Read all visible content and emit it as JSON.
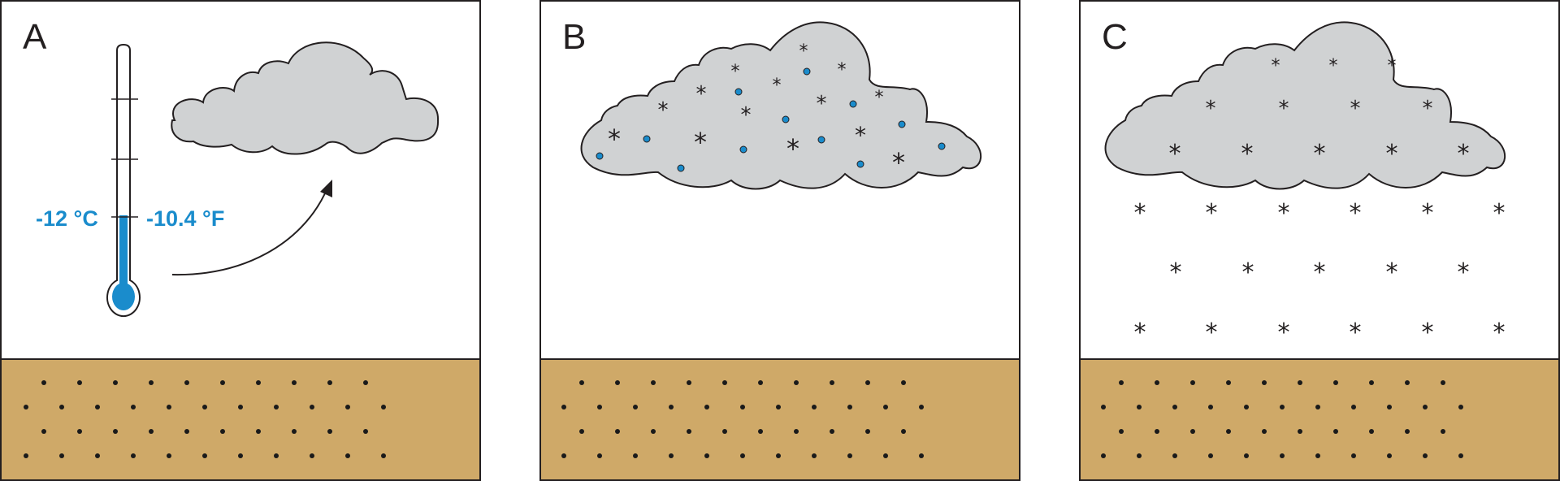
{
  "colors": {
    "sky": "#ffffff",
    "ground": "#cfa968",
    "ground_dot": "#1a1a1a",
    "cloud_fill": "#d0d2d3",
    "outline": "#231f20",
    "cold_blue": "#1a8ccc"
  },
  "panels": [
    {
      "label": "A",
      "thermometer": {
        "celsius": "-12 °C",
        "fahrenheit": "-10.4 °F"
      },
      "icons": [
        "thermometer-icon",
        "cloud-icon",
        "curved-arrow-icon"
      ]
    },
    {
      "label": "B",
      "icons": [
        "cloud-icon",
        "ice-crystal-icon",
        "water-droplet-icon"
      ]
    },
    {
      "label": "C",
      "icons": [
        "cloud-icon",
        "snowflake-icon"
      ]
    }
  ],
  "symbols": {
    "ice_crystal": "*",
    "snowflake": "*"
  }
}
